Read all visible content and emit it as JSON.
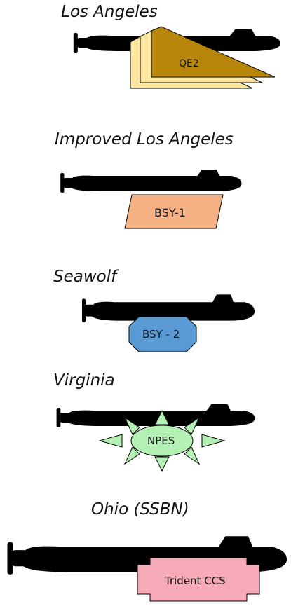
{
  "classes": [
    {
      "title": "Los Angeles",
      "system": "QE2"
    },
    {
      "title": "Improved Los Angeles",
      "system": "BSY-1"
    },
    {
      "title": "Seawolf",
      "system": "BSY - 2"
    },
    {
      "title": "Virginia",
      "system": "NPES"
    },
    {
      "title": "Ohio (SSBN)",
      "system": "Trident CCS"
    }
  ],
  "colors": {
    "hull": "#000000",
    "qe2_fill": "#b8860b",
    "qe2_pages": "#ffe7a0",
    "bsy1_fill": "#f5b183",
    "bsy2_fill": "#5b9bd5",
    "npes_fill": "#b4f0b4",
    "trident_fill": "#f6a9b6"
  }
}
